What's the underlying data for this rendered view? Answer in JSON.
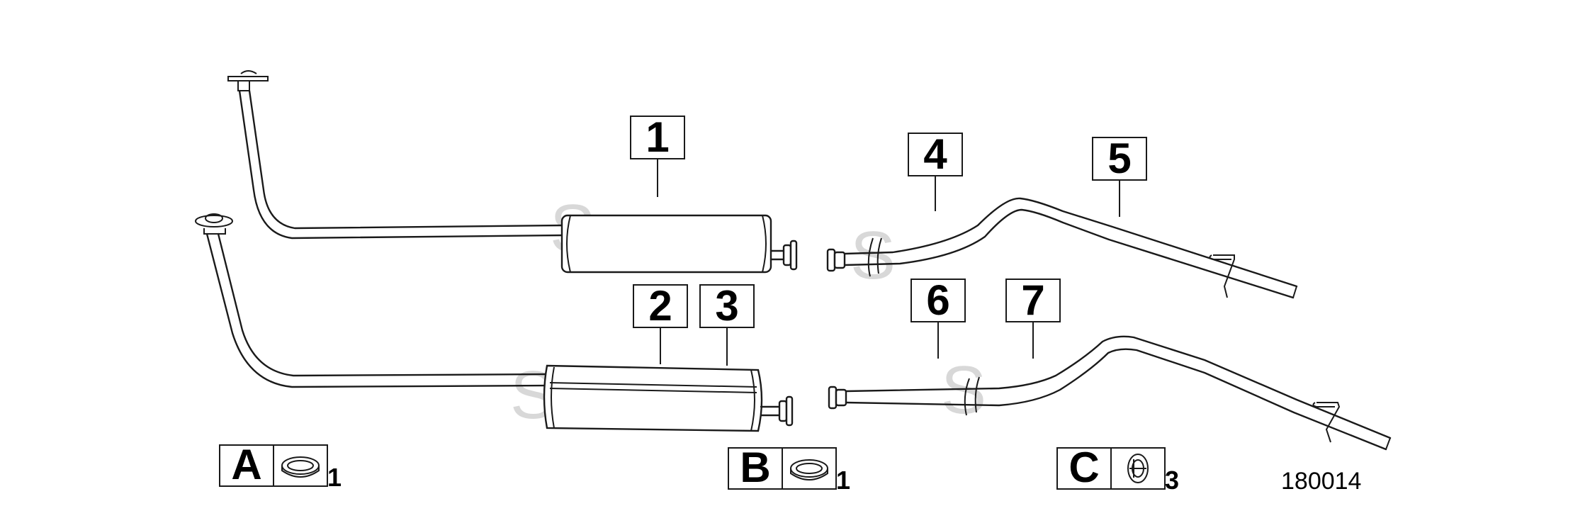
{
  "callouts": [
    {
      "id": "1",
      "label": "1"
    },
    {
      "id": "2",
      "label": "2"
    },
    {
      "id": "3",
      "label": "3"
    },
    {
      "id": "4",
      "label": "4"
    },
    {
      "id": "5",
      "label": "5"
    },
    {
      "id": "6",
      "label": "6"
    },
    {
      "id": "7",
      "label": "7"
    }
  ],
  "kits": [
    {
      "letter": "A",
      "quantity": "1",
      "icon": "gasket-ring-icon"
    },
    {
      "letter": "B",
      "quantity": "1",
      "icon": "gasket-ring-icon"
    },
    {
      "letter": "C",
      "quantity": "3",
      "icon": "rubber-hanger-icon"
    }
  ],
  "watermark": "S",
  "reference_number": "180014",
  "colors": {
    "line": "#1a1a1a",
    "watermark": "#d8d8d8",
    "background": "#ffffff"
  }
}
